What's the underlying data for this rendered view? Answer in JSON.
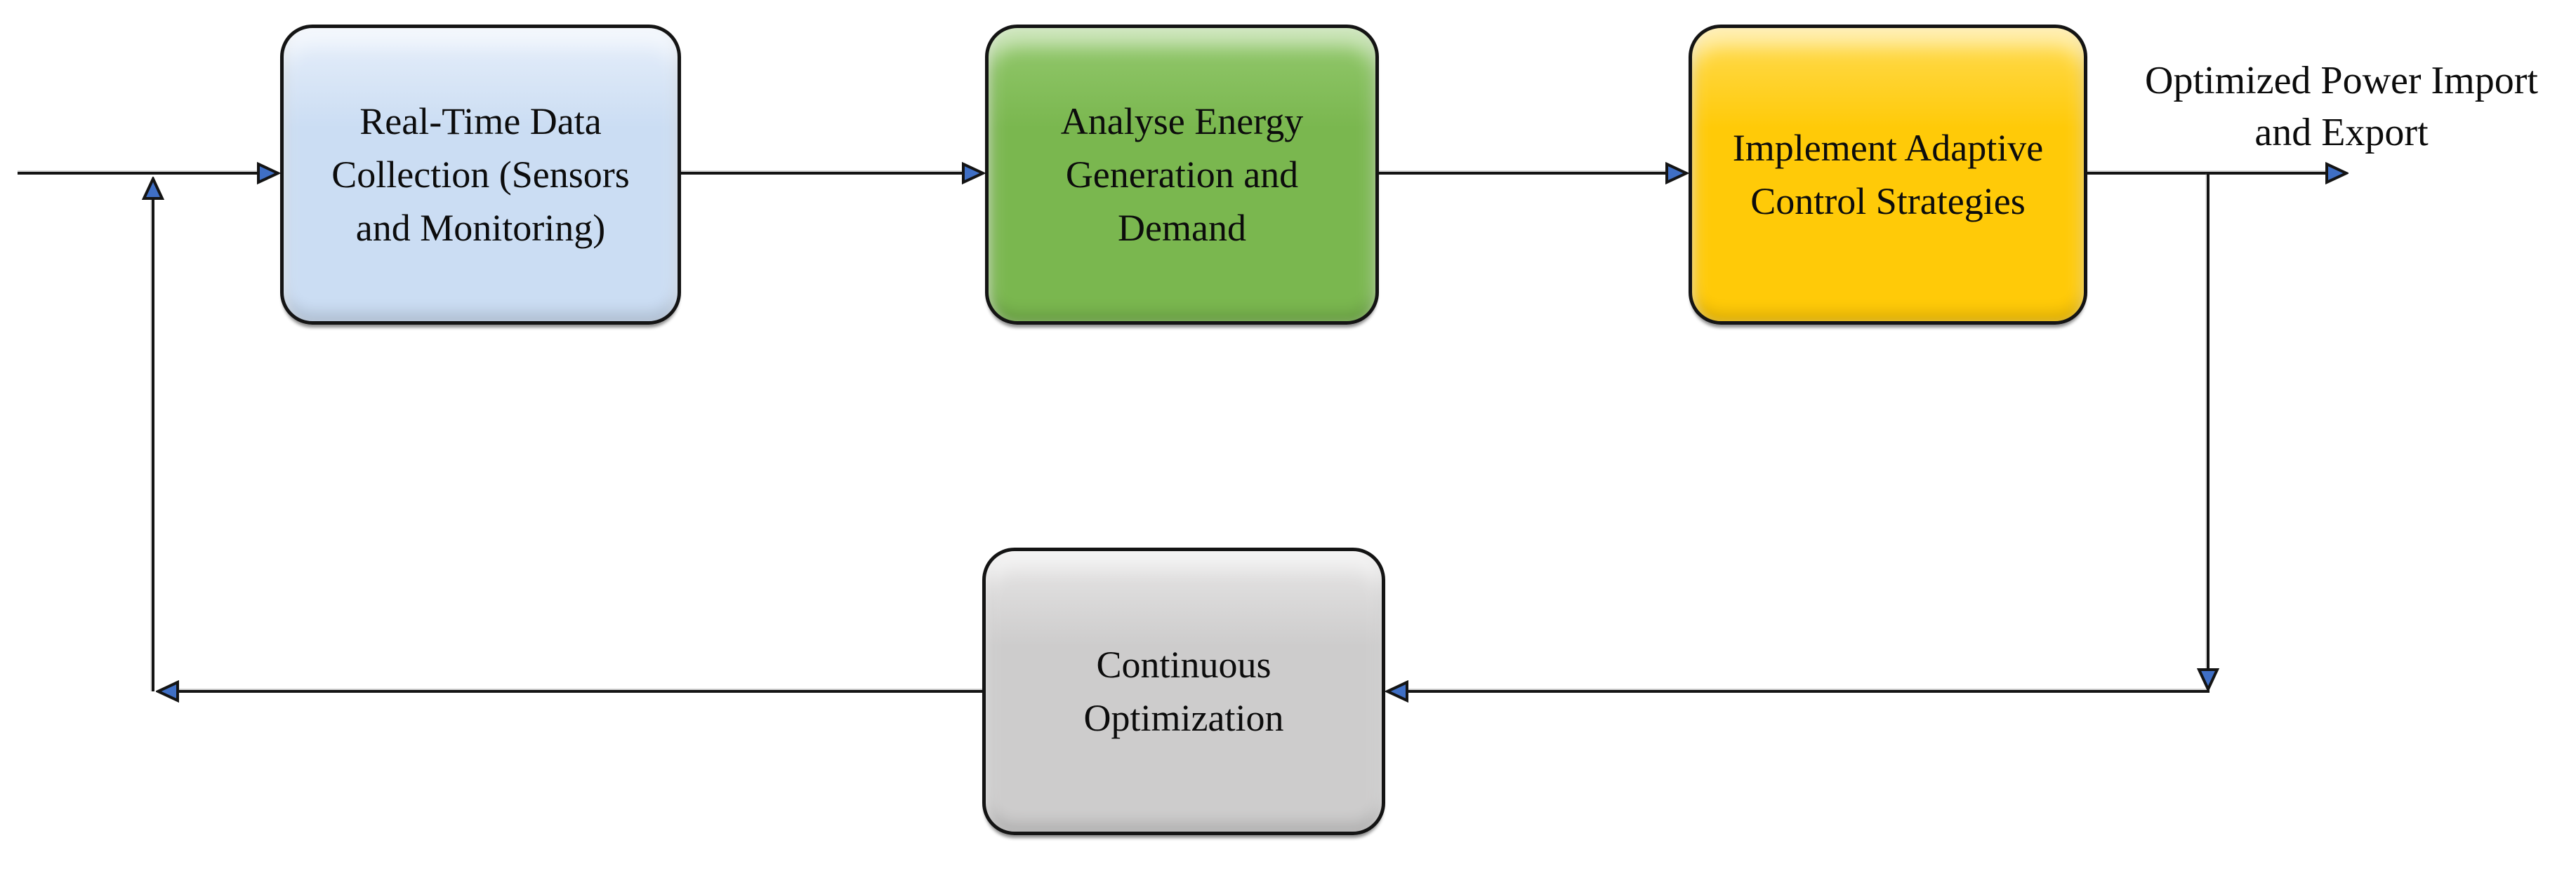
{
  "diagram": {
    "type": "flowchart",
    "background": "#ffffff",
    "connector_color": "#141414",
    "arrowhead_color": "#3f6fc5",
    "node_border_color": "#141414",
    "nodes": [
      {
        "id": "realtime-data-collection",
        "lines": [
          "Real-Time Data",
          "Collection (Sensors",
          "and Monitoring)"
        ],
        "fill": "#cbddf3",
        "fill_light": "#e7effa"
      },
      {
        "id": "analyse-energy-generation-demand",
        "lines": [
          "Analyse Energy",
          "Generation and",
          "Demand"
        ],
        "fill": "#7ab74f",
        "fill_light": "#94c96e"
      },
      {
        "id": "implement-adaptive-control-strategies",
        "lines": [
          "Implement Adaptive",
          "Control Strategies"
        ],
        "fill": "#ffca08",
        "fill_light": "#ffdc55"
      },
      {
        "id": "continuous-optimization",
        "lines": [
          "Continuous",
          "Optimization"
        ],
        "fill": "#cdcccc",
        "fill_light": "#e7e6e6"
      }
    ],
    "output_label": {
      "lines": [
        "Optimized Power Import",
        "and Export"
      ]
    },
    "flow": [
      "input -> Real-Time Data Collection (Sensors and Monitoring)",
      "Real-Time Data Collection (Sensors and Monitoring) -> Analyse Energy Generation and Demand",
      "Analyse Energy Generation and Demand -> Implement Adaptive Control Strategies",
      "Implement Adaptive Control Strategies -> Optimized Power Import and Export",
      "Implement Adaptive Control Strategies -> Continuous Optimization",
      "Continuous Optimization -> input"
    ]
  }
}
